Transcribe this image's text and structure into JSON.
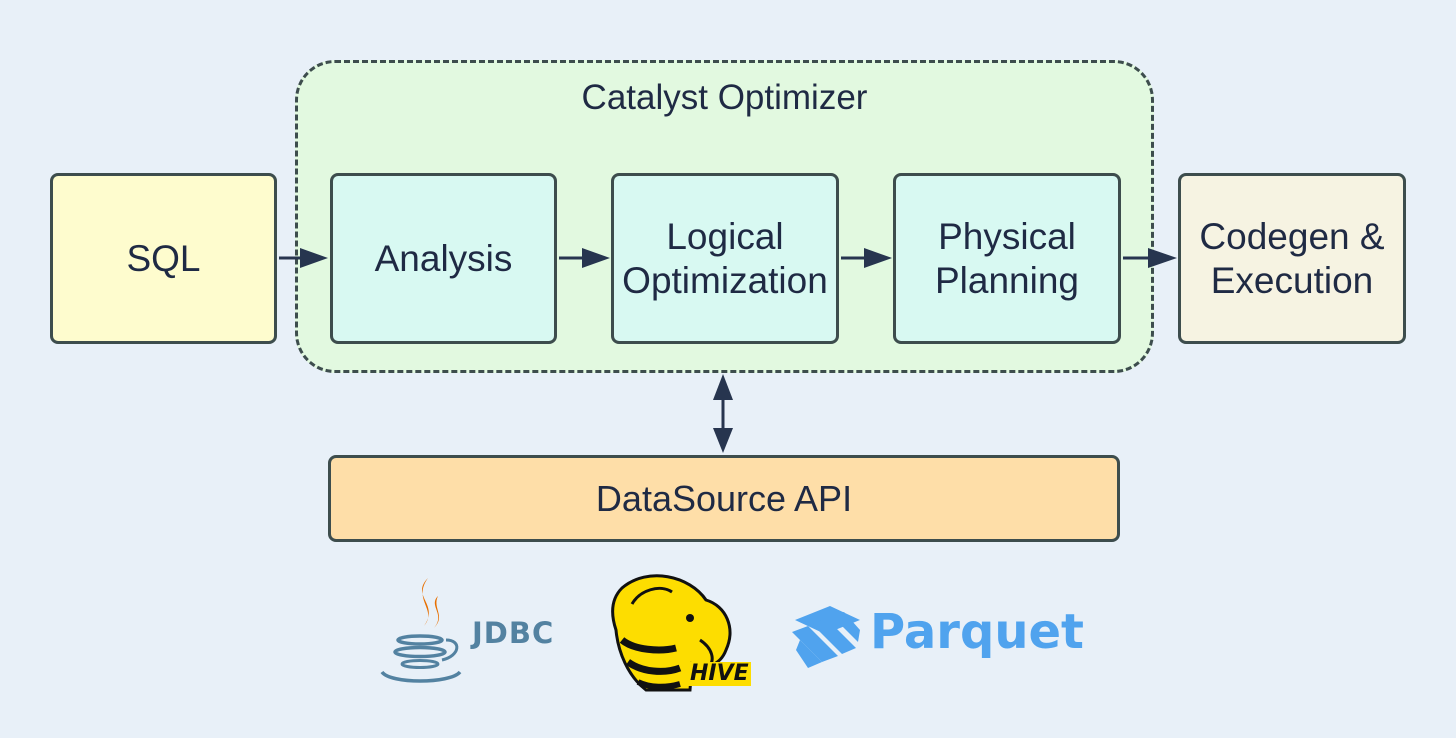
{
  "diagram": {
    "group": {
      "title": "Catalyst Optimizer"
    },
    "nodes": {
      "sql": "SQL",
      "analysis": "Analysis",
      "logical": [
        "Logical",
        "Optimization"
      ],
      "physical": [
        "Physical",
        "Planning"
      ],
      "codegen": [
        "Codegen &",
        "Execution"
      ],
      "datasource": "DataSource API"
    },
    "logos": {
      "java": {
        "label": "JDBC",
        "icon": "java-cup-icon"
      },
      "hive": {
        "label": "HIVE",
        "icon": "hive-elephant-bee-icon"
      },
      "parquet": {
        "label": "Parquet",
        "icon": "parquet-icon"
      }
    },
    "colors": {
      "sql_fill": "#fefcce",
      "stage_fill": "#d8f9f2",
      "codegen_fill": "#f6f3e2",
      "datasource_fill": "#fedea8",
      "group_fill": "#e2f9e0",
      "stroke": "#3d4d4d",
      "text": "#1f2a44",
      "arrow": "#27354f",
      "jdbc_blue": "#5382a1",
      "parquet_blue": "#50a3ee"
    }
  }
}
